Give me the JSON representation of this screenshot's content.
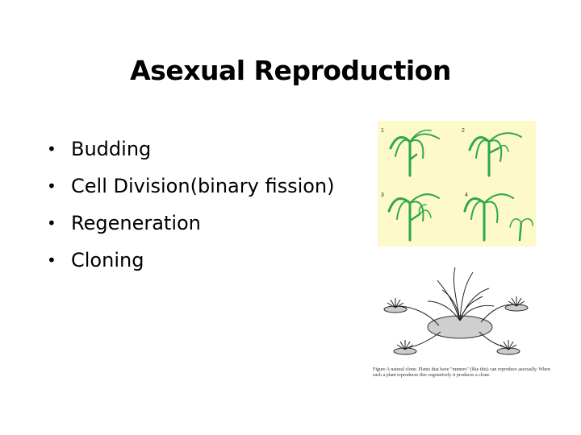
{
  "slide": {
    "title": "Asexual Reproduction",
    "bullets": [
      "Budding",
      "Cell Division(binary fission)",
      "Regeneration",
      "Cloning"
    ],
    "bullet_glyph": "•"
  },
  "hydra_figure": {
    "panel_labels": [
      "1",
      "2",
      "3",
      "4"
    ],
    "background_color": "#fdf9c8",
    "hydra_color": "#2ea84a"
  },
  "clone_figure": {
    "caption_label": "Figure",
    "caption_text": "A natural clone. Plants that have \"runners\" (like this) can reproduce asexually. When such a plant reproduces this vegetatively it produces a clone."
  }
}
